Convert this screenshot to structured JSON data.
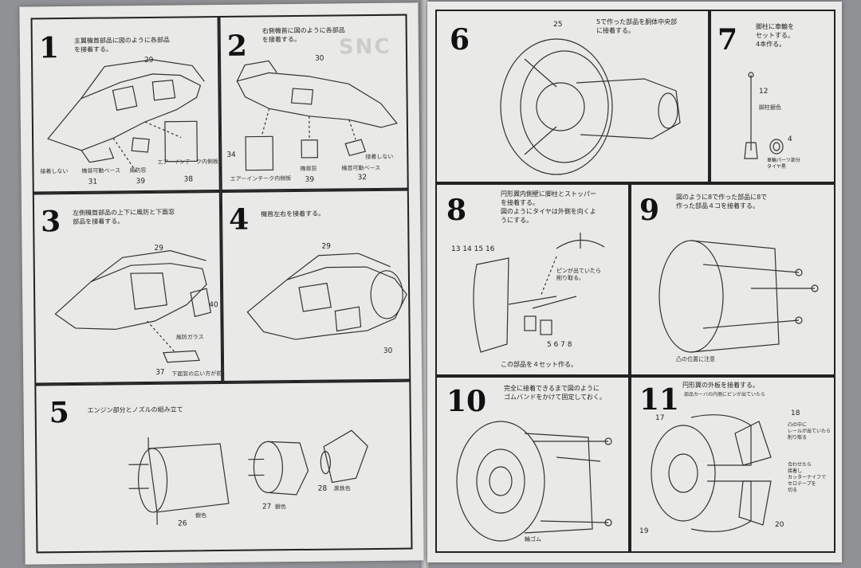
{
  "steps": {
    "s1": {
      "num": "1",
      "text": "主翼機首部品に図のように各部品\nを接着する。",
      "labels": [
        "機首可動ベース",
        "風防窓",
        "エアーインテーク内側板",
        "接着しない"
      ],
      "parts": [
        "29",
        "31",
        "39",
        "38"
      ]
    },
    "s2": {
      "num": "2",
      "text": "右側機首に図のように各部品\nを接着する。",
      "labels": [
        "エアーインテーク内側板",
        "機首窓",
        "機首可動ベース",
        "接着しない"
      ],
      "parts": [
        "30",
        "34",
        "39",
        "32"
      ]
    },
    "s3": {
      "num": "3",
      "text": "左側機首部品の上下に風防と下面窓\n部品を接着する。",
      "labels": [
        "風防ガラス",
        "下面窓の広い方が前"
      ],
      "parts": [
        "29",
        "40",
        "37"
      ]
    },
    "s4": {
      "num": "4",
      "text": "機首左右を接着する。",
      "parts": [
        "29",
        "30"
      ]
    },
    "s5": {
      "num": "5",
      "text": "エンジン部分とノズルの組み立て",
      "labels": [
        "銀色",
        "銀色",
        "黒鉄色"
      ],
      "parts": [
        "26",
        "27",
        "28"
      ]
    },
    "s6": {
      "num": "6",
      "text": "5で作った部品を胴体中央部\nに接着する。",
      "parts": [
        "25"
      ]
    },
    "s7": {
      "num": "7",
      "text": "脚柱に車輪を\nセットする。\n4本作る。",
      "labels": [
        "脚柱銀色",
        "車輪パーツ部分\nタイヤ黒"
      ],
      "parts": [
        "12",
        "4"
      ]
    },
    "s8": {
      "num": "8",
      "text": "円形翼内側壁に脚柱とストッパー\nを接着する。\n図のようにタイヤは外側を向くよ\nうにする。",
      "labels": [
        "ピンが出ていたら\n削り取る。"
      ],
      "parts_top": "13 14 15 16",
      "parts_bottom": "5 6 7 8",
      "footer": "この部品を４セット作る。"
    },
    "s9": {
      "num": "9",
      "text": "図のように8で作った部品に8で\n作った部品４コを接着する。",
      "labels": [
        "凸の位置に注意"
      ]
    },
    "s10": {
      "num": "10",
      "text": "完全に接着できるまで図のように\nゴムバンドをかけて固定しておく。",
      "labels": [
        "輪ゴム"
      ]
    },
    "s11": {
      "num": "11",
      "text": "円形翼の外板を接着する。",
      "labels": [
        "部品カーバの内側にピンが出ていたら",
        "凸の中に\nレールが出ていたら\n削り取る",
        "合わせたら\n接着し\nカッターナイフで\nセロテープを\n切る"
      ],
      "parts": [
        "17",
        "18",
        "19",
        "20"
      ]
    }
  }
}
